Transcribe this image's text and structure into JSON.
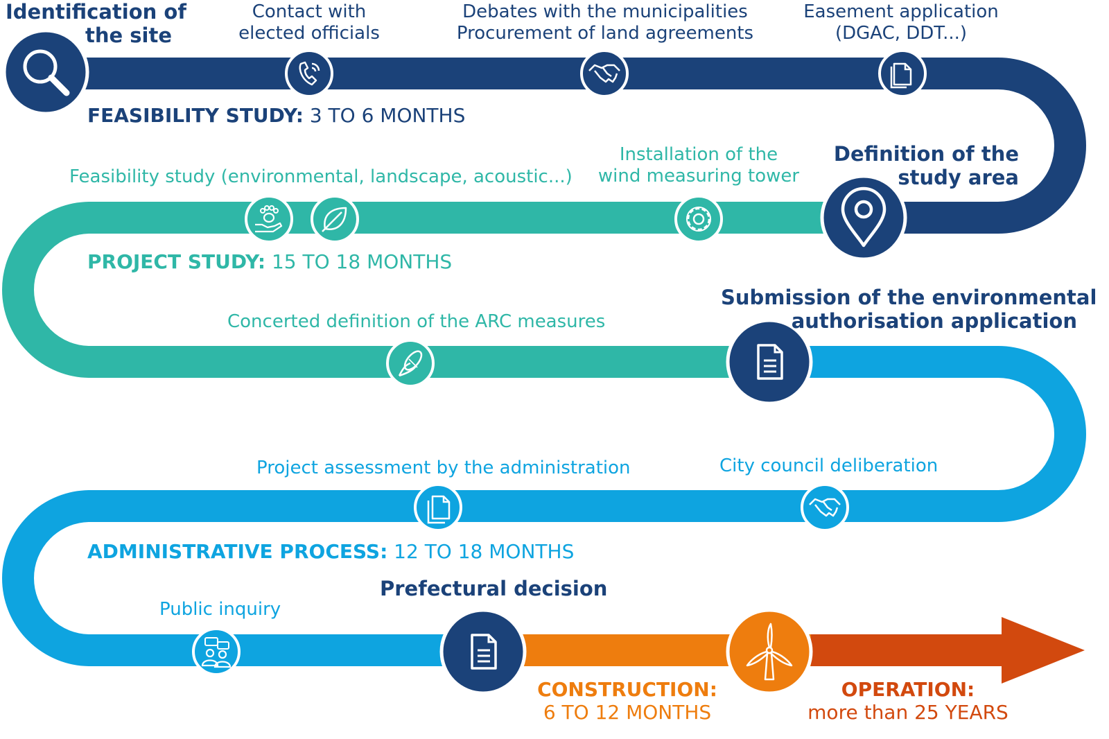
{
  "colors": {
    "feasibility": "#1b4279",
    "project": "#2fb7a7",
    "administrative": "#0ea4e0",
    "construction": "#ee7d0e",
    "operation": "#d2490e"
  },
  "milestones": {
    "identification": [
      "Identification of",
      "the site"
    ],
    "study_area": [
      "Definition of the",
      "study area"
    ],
    "submission": [
      "Submission of the environmental",
      "authorisation application"
    ],
    "prefectural": "Prefectural decision"
  },
  "steps": {
    "contact": [
      "Contact with",
      "elected officials"
    ],
    "debates": [
      "Debates with the municipalities",
      "Procurement of land agreements"
    ],
    "easement": [
      "Easement application",
      "(DGAC, DDT...)"
    ],
    "feasibility_study": "Feasibility study (environmental, landscape, acoustic...)",
    "tower": [
      "Installation of the",
      "wind measuring tower"
    ],
    "arc": "Concerted definition of the ARC measures",
    "assessment": "Project assessment by the administration",
    "council": "City council deliberation",
    "inquiry": "Public inquiry"
  },
  "phases": {
    "feasibility": {
      "name": "FEASIBILITY STUDY:",
      "duration": "3 TO 6 MONTHS"
    },
    "project": {
      "name": "PROJECT STUDY:",
      "duration": "15 TO 18 MONTHS"
    },
    "administrative": {
      "name": "ADMINISTRATIVE PROCESS:",
      "duration": "12 TO 18 MONTHS"
    },
    "construction": {
      "name": "CONSTRUCTION:",
      "duration": "6 TO 12 MONTHS"
    },
    "operation": {
      "name": "OPERATION:",
      "duration": "more than 25 YEARS"
    }
  },
  "icons": {
    "identification": "magnifier-icon",
    "contact": "phone-icon",
    "debates": "handshake-icon",
    "easement": "document-icon",
    "study_area": "location-pin-icon",
    "tower": "gear-icon",
    "leaf": "leaf-icon",
    "paw": "paw-hand-icon",
    "arc": "corn-icon",
    "submission": "document-icon",
    "council": "handshake-icon",
    "assessment": "documents-icon",
    "inquiry": "people-chat-icon",
    "prefectural": "document-icon",
    "construction": "wind-turbine-icon"
  }
}
